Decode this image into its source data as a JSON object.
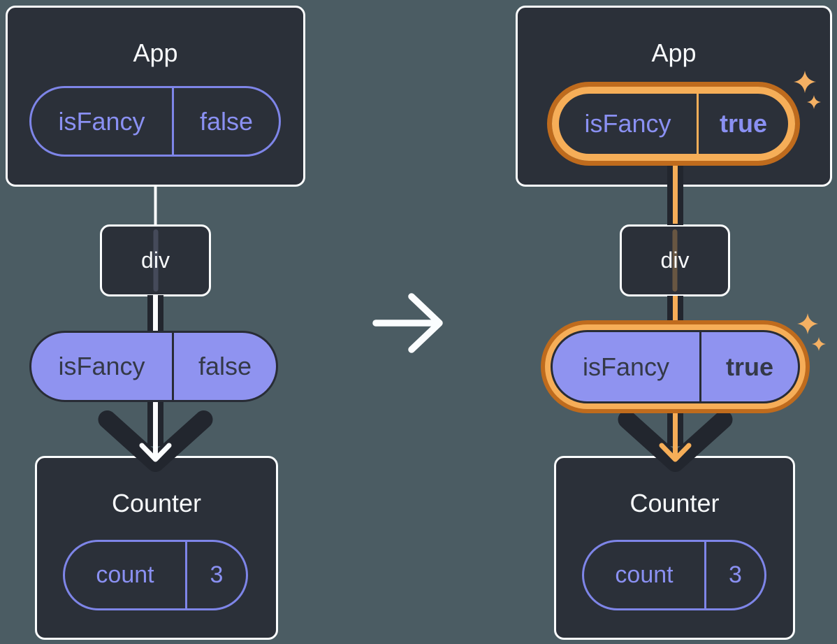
{
  "colors": {
    "background": "#4B5C63",
    "box_fill": "#2B3039",
    "box_border": "#FBFDFE",
    "purple_outline": "#7E85E8",
    "purple_text": "#8A90F2",
    "purple_fill": "#8F93F0",
    "dark_text": "#343947",
    "wire_dark": "#22262E",
    "wire_core_white": "#FBFDFE",
    "highlight_orange_light": "#F6AE58",
    "highlight_orange_dark": "#BF6B1D",
    "sparkle": "#F4B063"
  },
  "before": {
    "app": {
      "title": "App",
      "state": {
        "key": "isFancy",
        "value": "false"
      }
    },
    "div": {
      "label": "div"
    },
    "prop": {
      "key": "isFancy",
      "value": "false"
    },
    "counter": {
      "title": "Counter",
      "state": {
        "key": "count",
        "value": "3"
      }
    }
  },
  "after": {
    "app": {
      "title": "App",
      "state": {
        "key": "isFancy",
        "value": "true"
      }
    },
    "div": {
      "label": "div"
    },
    "prop": {
      "key": "isFancy",
      "value": "true"
    },
    "counter": {
      "title": "Counter",
      "state": {
        "key": "count",
        "value": "3"
      }
    }
  }
}
